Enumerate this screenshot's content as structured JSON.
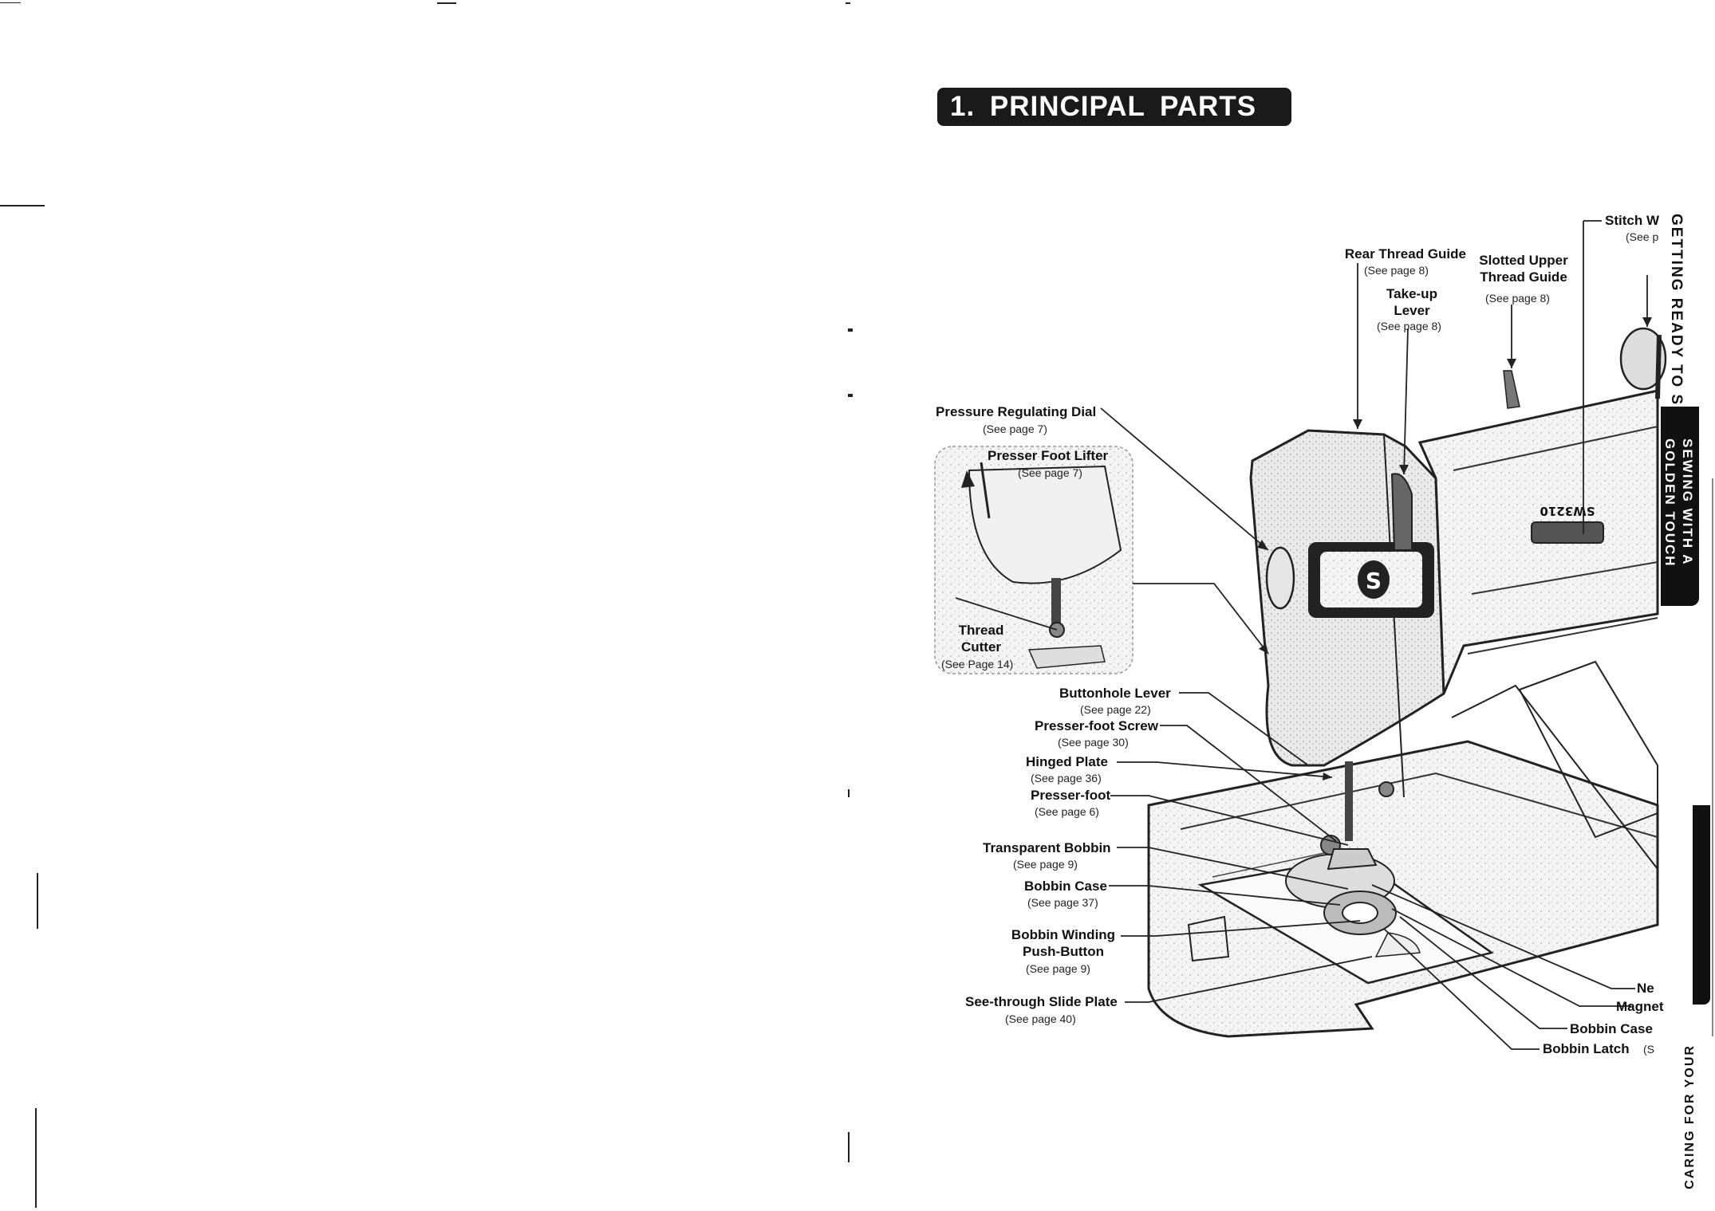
{
  "heading": "1. PRINCIPAL PARTS",
  "labels": {
    "stitch_width": "Stitch W",
    "stitch_width_ref": "(See p",
    "rear_thread_guide": "Rear Thread Guide",
    "rear_thread_guide_ref": "(See page 8)",
    "takeup_lever": "Take-up\nLever",
    "takeup_lever_ref": "(See page 8)",
    "slotted_guide": "Slotted Upper\nThread Guide",
    "slotted_guide_ref": "(See page 8)",
    "pressure_dial": "Pressure Regulating Dial",
    "pressure_dial_ref": "(See page 7)",
    "presser_foot_lifter": "Presser Foot Lifter",
    "presser_foot_lifter_ref": "(See page 7)",
    "thread_cutter": "Thread\nCutter",
    "thread_cutter_ref": "(See Page 14)",
    "buttonhole_lever": "Buttonhole Lever",
    "buttonhole_lever_ref": "(See page 22)",
    "presser_foot_screw": "Presser-foot Screw",
    "presser_foot_screw_ref": "(See page 30)",
    "hinged_plate": "Hinged Plate",
    "hinged_plate_ref": "(See page 36)",
    "presser_foot": "Presser-foot",
    "presser_foot_ref": "(See page 6)",
    "transparent_bobbin": "Transparent Bobbin",
    "transparent_bobbin_ref": "(See page 9)",
    "bobbin_case_left": "Bobbin Case",
    "bobbin_case_left_ref": "(See page 37)",
    "bobbin_winding": "Bobbin Winding\nPush-Button",
    "bobbin_winding_ref": "(See page 9)",
    "slide_plate": "See-through Slide Plate",
    "slide_plate_ref": "(See page 40)",
    "needle": "Ne",
    "magnet": "Magnet",
    "bobbin_case_right": "Bobbin Case",
    "bobbin_latch": "Bobbin Latch",
    "bobbin_latch_ref": "(S"
  },
  "dial_text": "SW3210",
  "side_tabs": {
    "tab1": "GETTING READY TO SEW",
    "tab2": "SEWING WITH A\nGOLDEN TOUCH",
    "tab4": "CARING FOR YOUR"
  }
}
